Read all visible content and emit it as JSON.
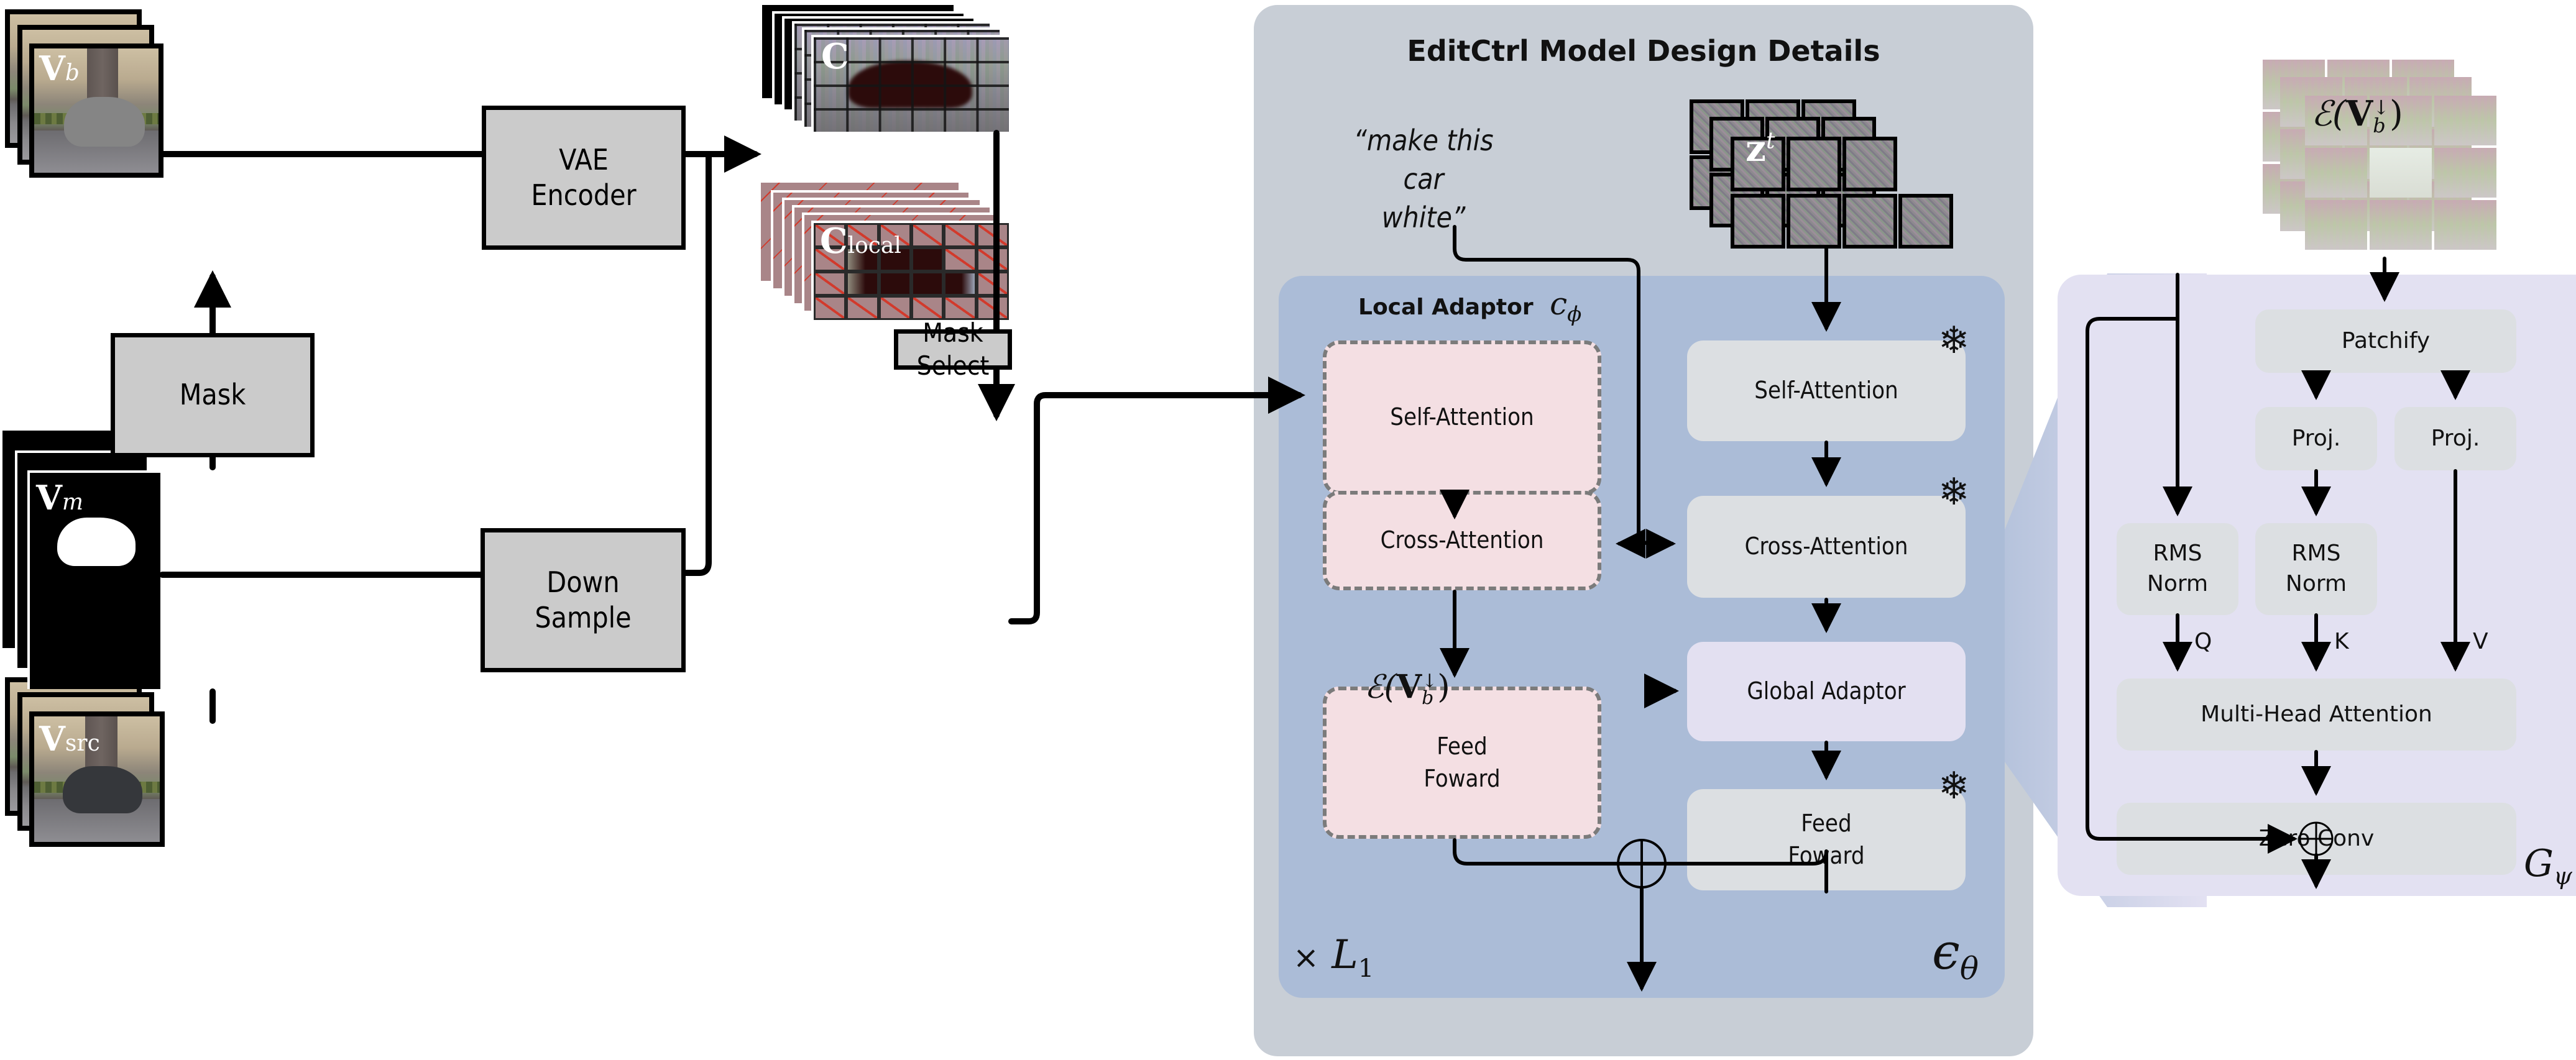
{
  "title": "EditCtrl Model Design Details",
  "inputs": {
    "background_video": {
      "symbol": "V",
      "subscript": "b"
    },
    "mask_video": {
      "symbol": "V",
      "subscript": "m"
    },
    "source_video": {
      "symbol": "V",
      "subscript": "src"
    }
  },
  "blocks": {
    "mask": "Mask",
    "vae_encoder": [
      "VAE",
      "Encoder"
    ],
    "down_sample": [
      "Down",
      "Sample"
    ],
    "mask_select": "Mask Select"
  },
  "latents": {
    "context": {
      "symbol": "C",
      "subscript": ""
    },
    "local_context": {
      "symbol": "C",
      "subscript": "local"
    },
    "noisy_latent": {
      "symbol": "z",
      "superscript": "t"
    },
    "global_context": {
      "prefix": "ℰ(",
      "symbol": "V",
      "superscript": "↓",
      "subscript": "b",
      "suffix": ")"
    }
  },
  "prompt": [
    "“make this car",
    "white”"
  ],
  "local_adaptor": {
    "title": "Local Adaptor",
    "symbol": "c",
    "subscript": "ϕ",
    "blocks": [
      "Self-Attention",
      "Cross-Attention",
      [
        "Feed",
        "Foward"
      ]
    ]
  },
  "backbone": {
    "blocks": [
      "Self-Attention",
      "Cross-Attention",
      "Global Adaptor",
      [
        "Feed",
        "Foward"
      ]
    ],
    "frozen_icon": "❄",
    "symbol": "ϵ",
    "subscript": "θ",
    "repeat": {
      "prefix": "×",
      "symbol": "L",
      "subscript": "1"
    },
    "global_input_label": {
      "prefix": "ℰ(",
      "symbol": "V",
      "superscript": "↓",
      "subscript": "b",
      "suffix": ")"
    }
  },
  "global_adaptor_detail": {
    "blocks": {
      "patchify": "Patchify",
      "proj_k": "Proj.",
      "proj_v": "Proj.",
      "rms_q": [
        "RMS",
        "Norm"
      ],
      "rms_k": [
        "RMS",
        "Norm"
      ],
      "mha": "Multi-Head Attention",
      "zero_conv": "Zero Conv"
    },
    "qkv_labels": [
      "Q",
      "K",
      "V"
    ],
    "symbol": "G",
    "subscript": "ψ"
  },
  "colors": {
    "outer_panel": "#c8ced6",
    "inner_panel": "#abbcd7",
    "local_block_fill": "#f4dfe3",
    "frozen_block_fill": "#dcdfe2",
    "global_block_fill": "#e3e0f1",
    "detail_panel": "#e3e1f2",
    "mask_red_line": "#d23a2c"
  }
}
